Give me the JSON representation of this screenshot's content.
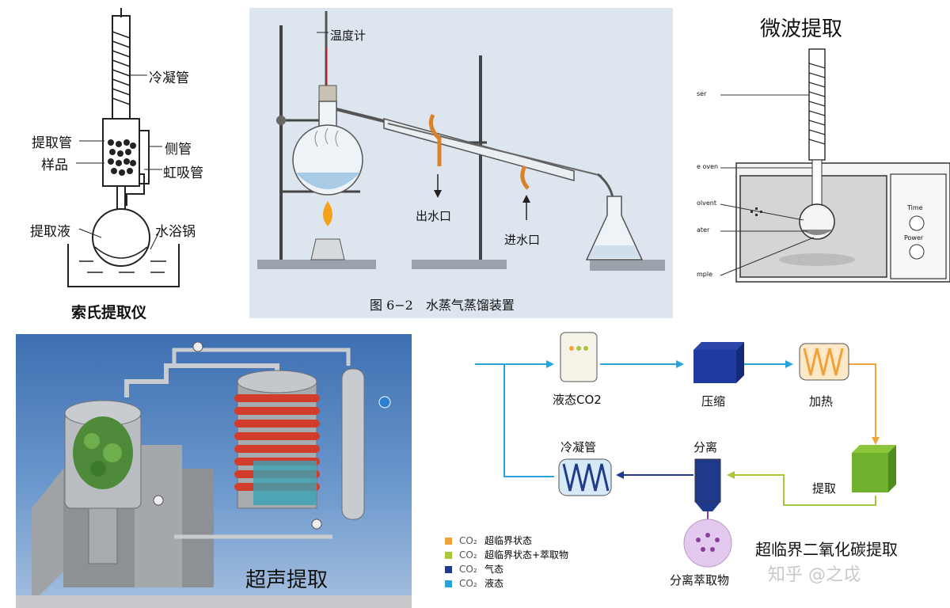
{
  "soxhlet": {
    "caption": "索氏提取仪",
    "labels": {
      "condenser": "冷凝管",
      "extraction_tube": "提取管",
      "side_tube": "侧管",
      "sample": "样品",
      "siphon": "虹吸管",
      "extract_liquid": "提取液",
      "water_bath": "水浴锅"
    }
  },
  "steam": {
    "thermometer": "温度计",
    "water_out": "出水口",
    "water_in": "进水口",
    "caption": "图 6−2　水蒸气蒸馏装置"
  },
  "microwave": {
    "title": "微波提取",
    "labels": {
      "a": "ser",
      "b": "e oven",
      "c": "olvent",
      "d": "ater",
      "e": "mple",
      "time": "Time",
      "power": "Power"
    }
  },
  "ultrasonic": {
    "title": "超声提取"
  },
  "supercritical": {
    "nodes": {
      "liquid_co2": "液态CO2",
      "compress": "压缩",
      "heat": "加热",
      "extract": "提取",
      "separate": "分离",
      "condenser": "冷凝管",
      "separated_extract": "分离萃取物"
    },
    "legend": [
      {
        "color": "#f2a23a",
        "symbol": "CO₂",
        "text": "超临界状态"
      },
      {
        "color": "#a8c83c",
        "symbol": "CO₂",
        "text": "超临界状态+萃取物"
      },
      {
        "color": "#1f3a8a",
        "symbol": "CO₂",
        "text": "气态"
      },
      {
        "color": "#29a3d9",
        "symbol": "CO₂",
        "text": "液态"
      }
    ],
    "title": "超临界二氧化碳提取",
    "watermark": "知乎 @之戉"
  }
}
